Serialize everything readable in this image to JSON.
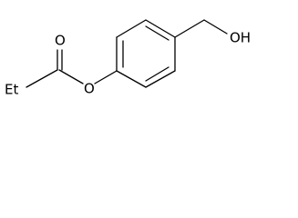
{
  "molecule": {
    "atom_labels": {
      "carbonyl_oxygen": "O",
      "ester_oxygen": "O",
      "ethyl_group": "Et",
      "hydroxyl_group": "OH"
    }
  }
}
